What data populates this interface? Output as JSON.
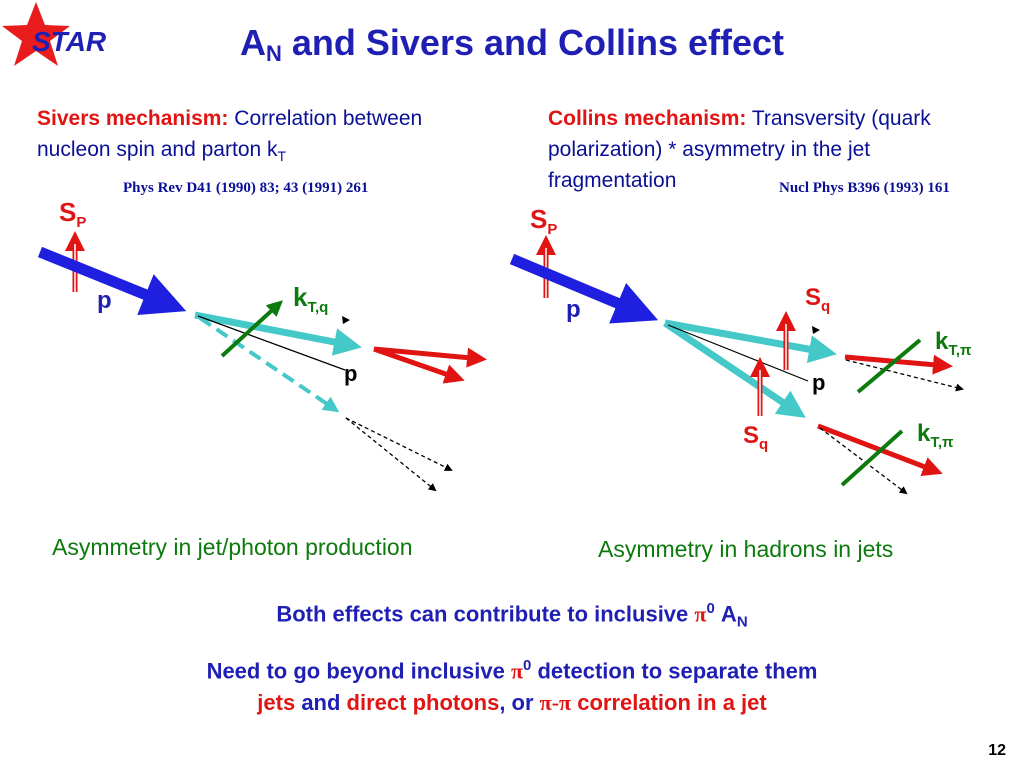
{
  "logo": {
    "text": "STAR"
  },
  "title": {
    "main": "A",
    "sub": "N",
    "rest": " and Sivers and Collins effect"
  },
  "sivers": {
    "heading": "Sivers mechanism:",
    "desc": " Correlation between nucleon spin and parton k",
    "desc_sub": "T",
    "reference": "Phys Rev D41 (1990) 83; 43 (1991) 261",
    "caption": "Asymmetry in jet/photon production"
  },
  "collins": {
    "heading": "Collins mechanism:",
    "desc": " Transversity (quark polarization) * asymmetry in the jet fragmentation",
    "reference": "Nucl Phys B396 (1993) 161",
    "caption": "Asymmetry in hadrons in jets"
  },
  "labels": {
    "S": "S",
    "P": "P",
    "p": "p",
    "q": "q",
    "k": "k",
    "kTq_sub": "T,q",
    "kTpi_sub": "T,π"
  },
  "summary": {
    "line1_a": "Both effects can contribute to inclusive ",
    "pi": "π",
    "zero": "0",
    "line1_b": " A",
    "N": "N",
    "line2_a": "Need to go beyond inclusive ",
    "line2_b": " detection to separate them",
    "line3_jets": "jets",
    "line3_and": " and ",
    "line3_photons": "direct photons",
    "line3_or": ", or ",
    "line3_pipi": "π-π",
    "line3_corr": " correlation in a jet"
  },
  "page_number": "12",
  "colors": {
    "blue": "#1f1fb4",
    "red": "#e11414",
    "cyan": "#45c8c8",
    "green": "#0d7a0d"
  }
}
